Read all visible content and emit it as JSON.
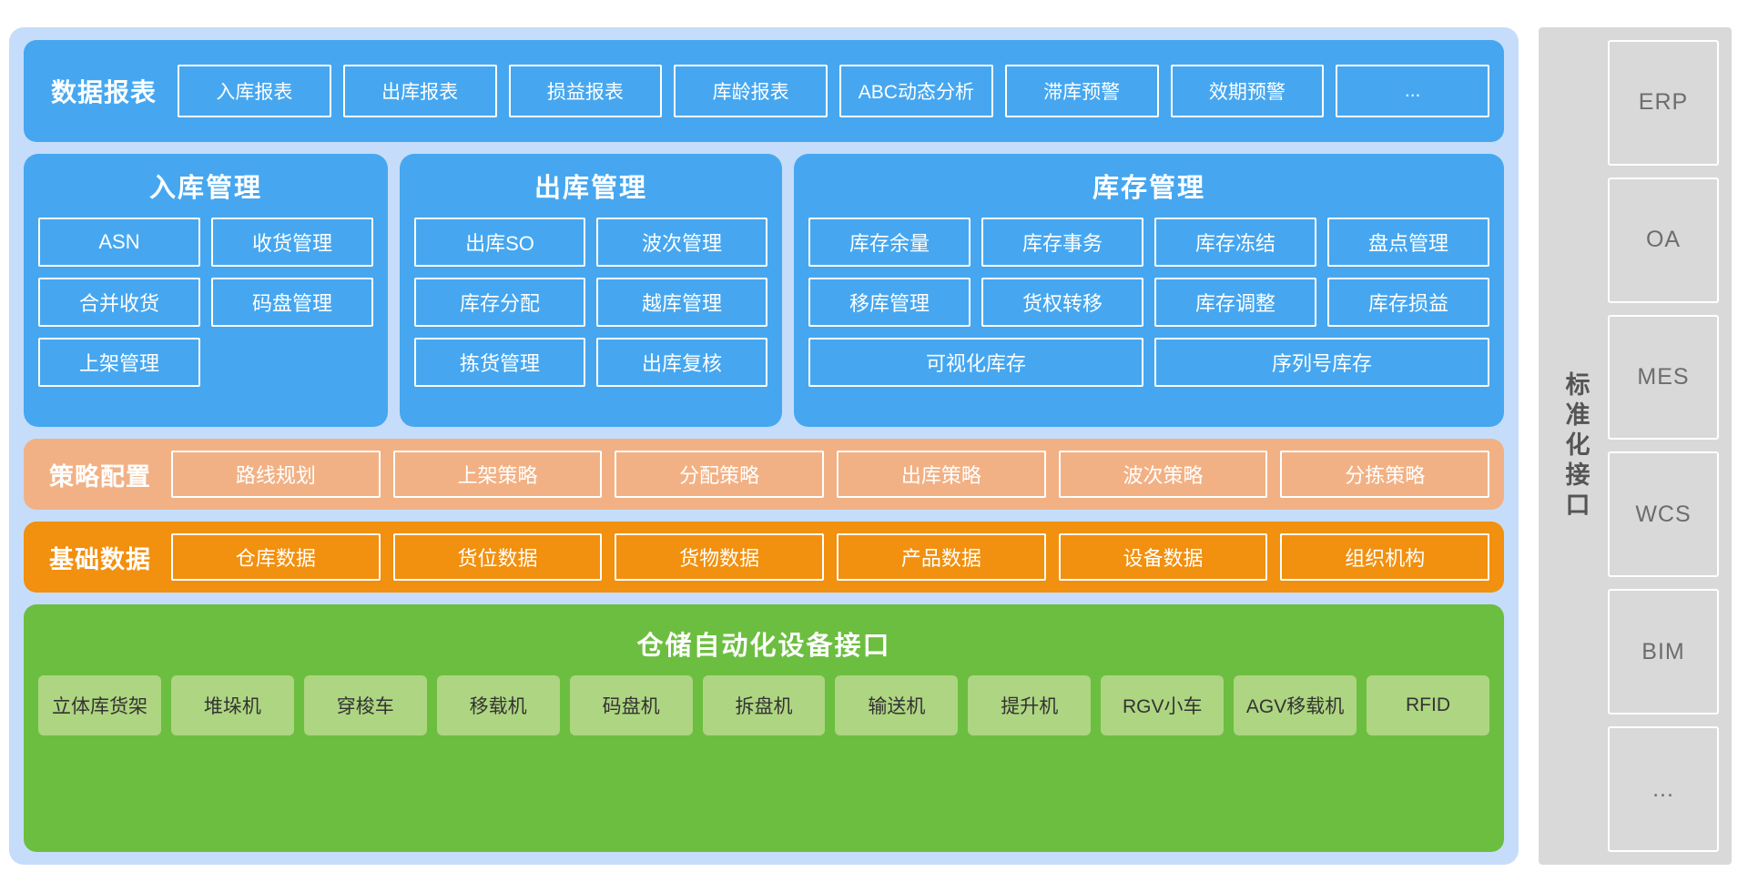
{
  "diagram": {
    "reports": {
      "title": "数据报表",
      "items": [
        "入库报表",
        "出库报表",
        "损益报表",
        "库龄报表",
        "ABC动态分析",
        "滞库预警",
        "效期预警",
        "..."
      ]
    },
    "management": [
      {
        "title": "入库管理",
        "items": [
          "ASN",
          "收货管理",
          "合并收货",
          "码盘管理",
          "上架管理",
          ""
        ]
      },
      {
        "title": "出库管理",
        "items": [
          "出库SO",
          "波次管理",
          "库存分配",
          "越库管理",
          "拣货管理",
          "出库复核"
        ]
      },
      {
        "title": "库存管理",
        "items": [
          "库存余量",
          "库存事务",
          "库存冻结",
          "盘点管理",
          "移库管理",
          "货权转移",
          "库存调整",
          "库存损益"
        ],
        "wide_items": [
          "可视化库存",
          "序列号库存"
        ]
      }
    ],
    "strategy": {
      "title": "策略配置",
      "items": [
        "路线规划",
        "上架策略",
        "分配策略",
        "出库策略",
        "波次策略",
        "分拣策略"
      ]
    },
    "base_data": {
      "title": "基础数据",
      "items": [
        "仓库数据",
        "货位数据",
        "货物数据",
        "产品数据",
        "设备数据",
        "组织机构"
      ]
    },
    "equipment": {
      "title": "仓储自动化设备接口",
      "items": [
        "立体库货架",
        "堆垛机",
        "穿梭车",
        "移载机",
        "码盘机",
        "拆盘机",
        "输送机",
        "提升机",
        "RGV小车",
        "AGV移载机",
        "RFID"
      ]
    }
  },
  "sidebar": {
    "label": "标准化接口",
    "items": [
      "ERP",
      "OA",
      "MES",
      "WCS",
      "BIM",
      "..."
    ]
  },
  "colors": {
    "panel_bg": "#c5ddfa",
    "blue": "#46a7f0",
    "peach": "#f2b184",
    "orange": "#f2900f",
    "green": "#6cbe40",
    "green_chip": "#aed581",
    "sidebar_bg": "#d9d9d9"
  }
}
